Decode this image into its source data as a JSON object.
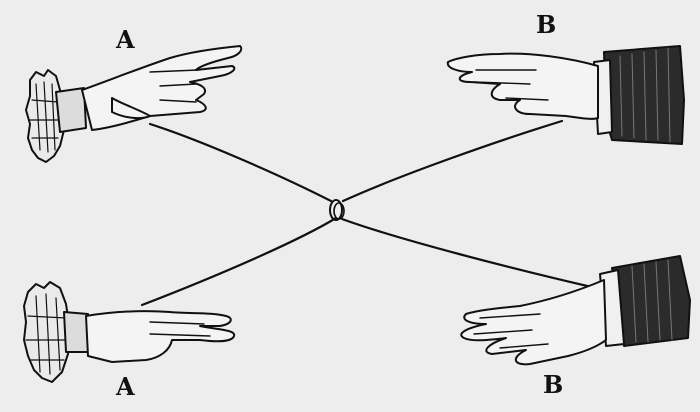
{
  "labels": {
    "top_left": "A",
    "top_right": "B",
    "bottom_left": "A",
    "bottom_right": "B"
  },
  "figure": {
    "subject": "engraving-of-four-hands-with-crossed-strings",
    "colors": {
      "background": "#ededed",
      "ink": "#111111",
      "skin": "#f4f4f4"
    }
  }
}
